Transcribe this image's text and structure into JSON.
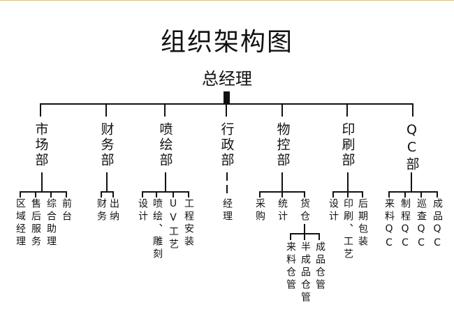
{
  "title": "组织架构图",
  "ceo": "总经理",
  "departments": [
    {
      "name": "市场部",
      "children": [
        "区域经理",
        "售后服务",
        "综合助理",
        "前台"
      ]
    },
    {
      "name": "财务部",
      "children": [
        "财务",
        "出纳"
      ]
    },
    {
      "name": "喷绘部",
      "children": [
        "设计",
        "喷绘、雕刻",
        "UV工艺",
        "工程安装"
      ]
    },
    {
      "name": "行政部",
      "children": [
        "经理"
      ]
    },
    {
      "name": "物控部",
      "children": [
        "采购",
        "统计",
        "货仓"
      ]
    },
    {
      "name": "印刷部",
      "children": [
        "设计",
        "印刷、工艺",
        "后期包装"
      ]
    },
    {
      "name": "QC部",
      "children": [
        "来料QC",
        "制程QC",
        "巡查QC",
        "成品QC"
      ]
    }
  ],
  "warehouse_children": [
    "来料仓管",
    "半成品仓管",
    "成品仓管"
  ]
}
